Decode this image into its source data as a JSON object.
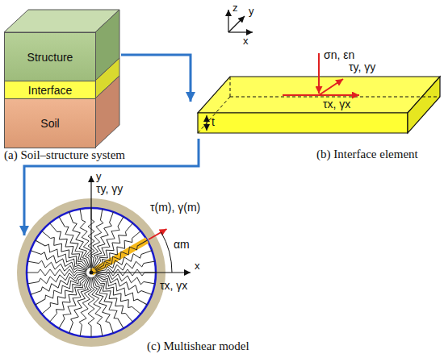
{
  "diagram": {
    "nodes": [
      {
        "text": [
          "Structure"
        ]
      },
      {
        "text": [
          "Interface"
        ]
      },
      {
        "text": [
          "Soil"
        ]
      }
    ],
    "labels": [
      "z",
      "y",
      "x",
      "σn, εn",
      "τy, γy",
      "τx, γx",
      "t",
      "(a) Soil–structure system",
      "(b) Interface element",
      "y",
      "τy, γy",
      "τ(m), γ(m)",
      "αm",
      "x",
      "τx, γx",
      "(c) Multishear model"
    ]
  }
}
